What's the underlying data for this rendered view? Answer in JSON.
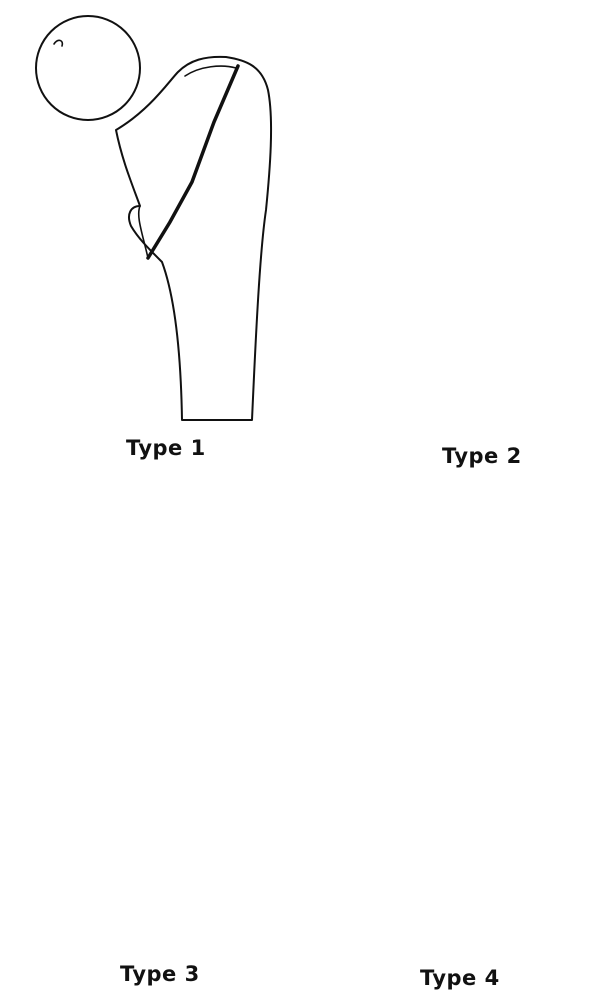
{
  "panels": [
    {
      "label": "Type 1"
    },
    {
      "label": "Type 2"
    },
    {
      "label": "Type 3"
    },
    {
      "label": "Type 4"
    }
  ],
  "colors": {
    "ink": "#111111",
    "background": "#ffffff"
  }
}
